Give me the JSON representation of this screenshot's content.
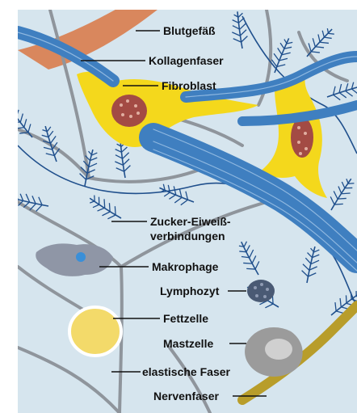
{
  "colors": {
    "background": "#d6e5ee",
    "fibroblast": "#f4d81c",
    "nucleus": "#a34b44",
    "collagen": "#3f7fc0",
    "blood_vessel": "#d9875d",
    "elastic_fiber": "#8f959c",
    "sugar_protein": "#1f4f8c",
    "nerve_fiber": "#b89d2a",
    "fat_cell": "#f3da6a",
    "macrophage": "#8f96a6",
    "lymphocyte": "#4a5a74",
    "mast_cell": "#9b9b9b"
  },
  "labels": {
    "blood_vessel": "Blutgefäß",
    "collagen_fiber": "Kollagenfaser",
    "fibroblast": "Fibroblast",
    "sugar_protein_1": "Zucker-Eiweiß-",
    "sugar_protein_2": "verbindungen",
    "macrophage": "Makrophage",
    "lymphocyte": "Lymphozyt",
    "fat_cell": "Fettzelle",
    "mast_cell": "Mastzelle",
    "elastic_fiber": "elastische Faser",
    "nerve_fiber": "Nervenfaser"
  }
}
